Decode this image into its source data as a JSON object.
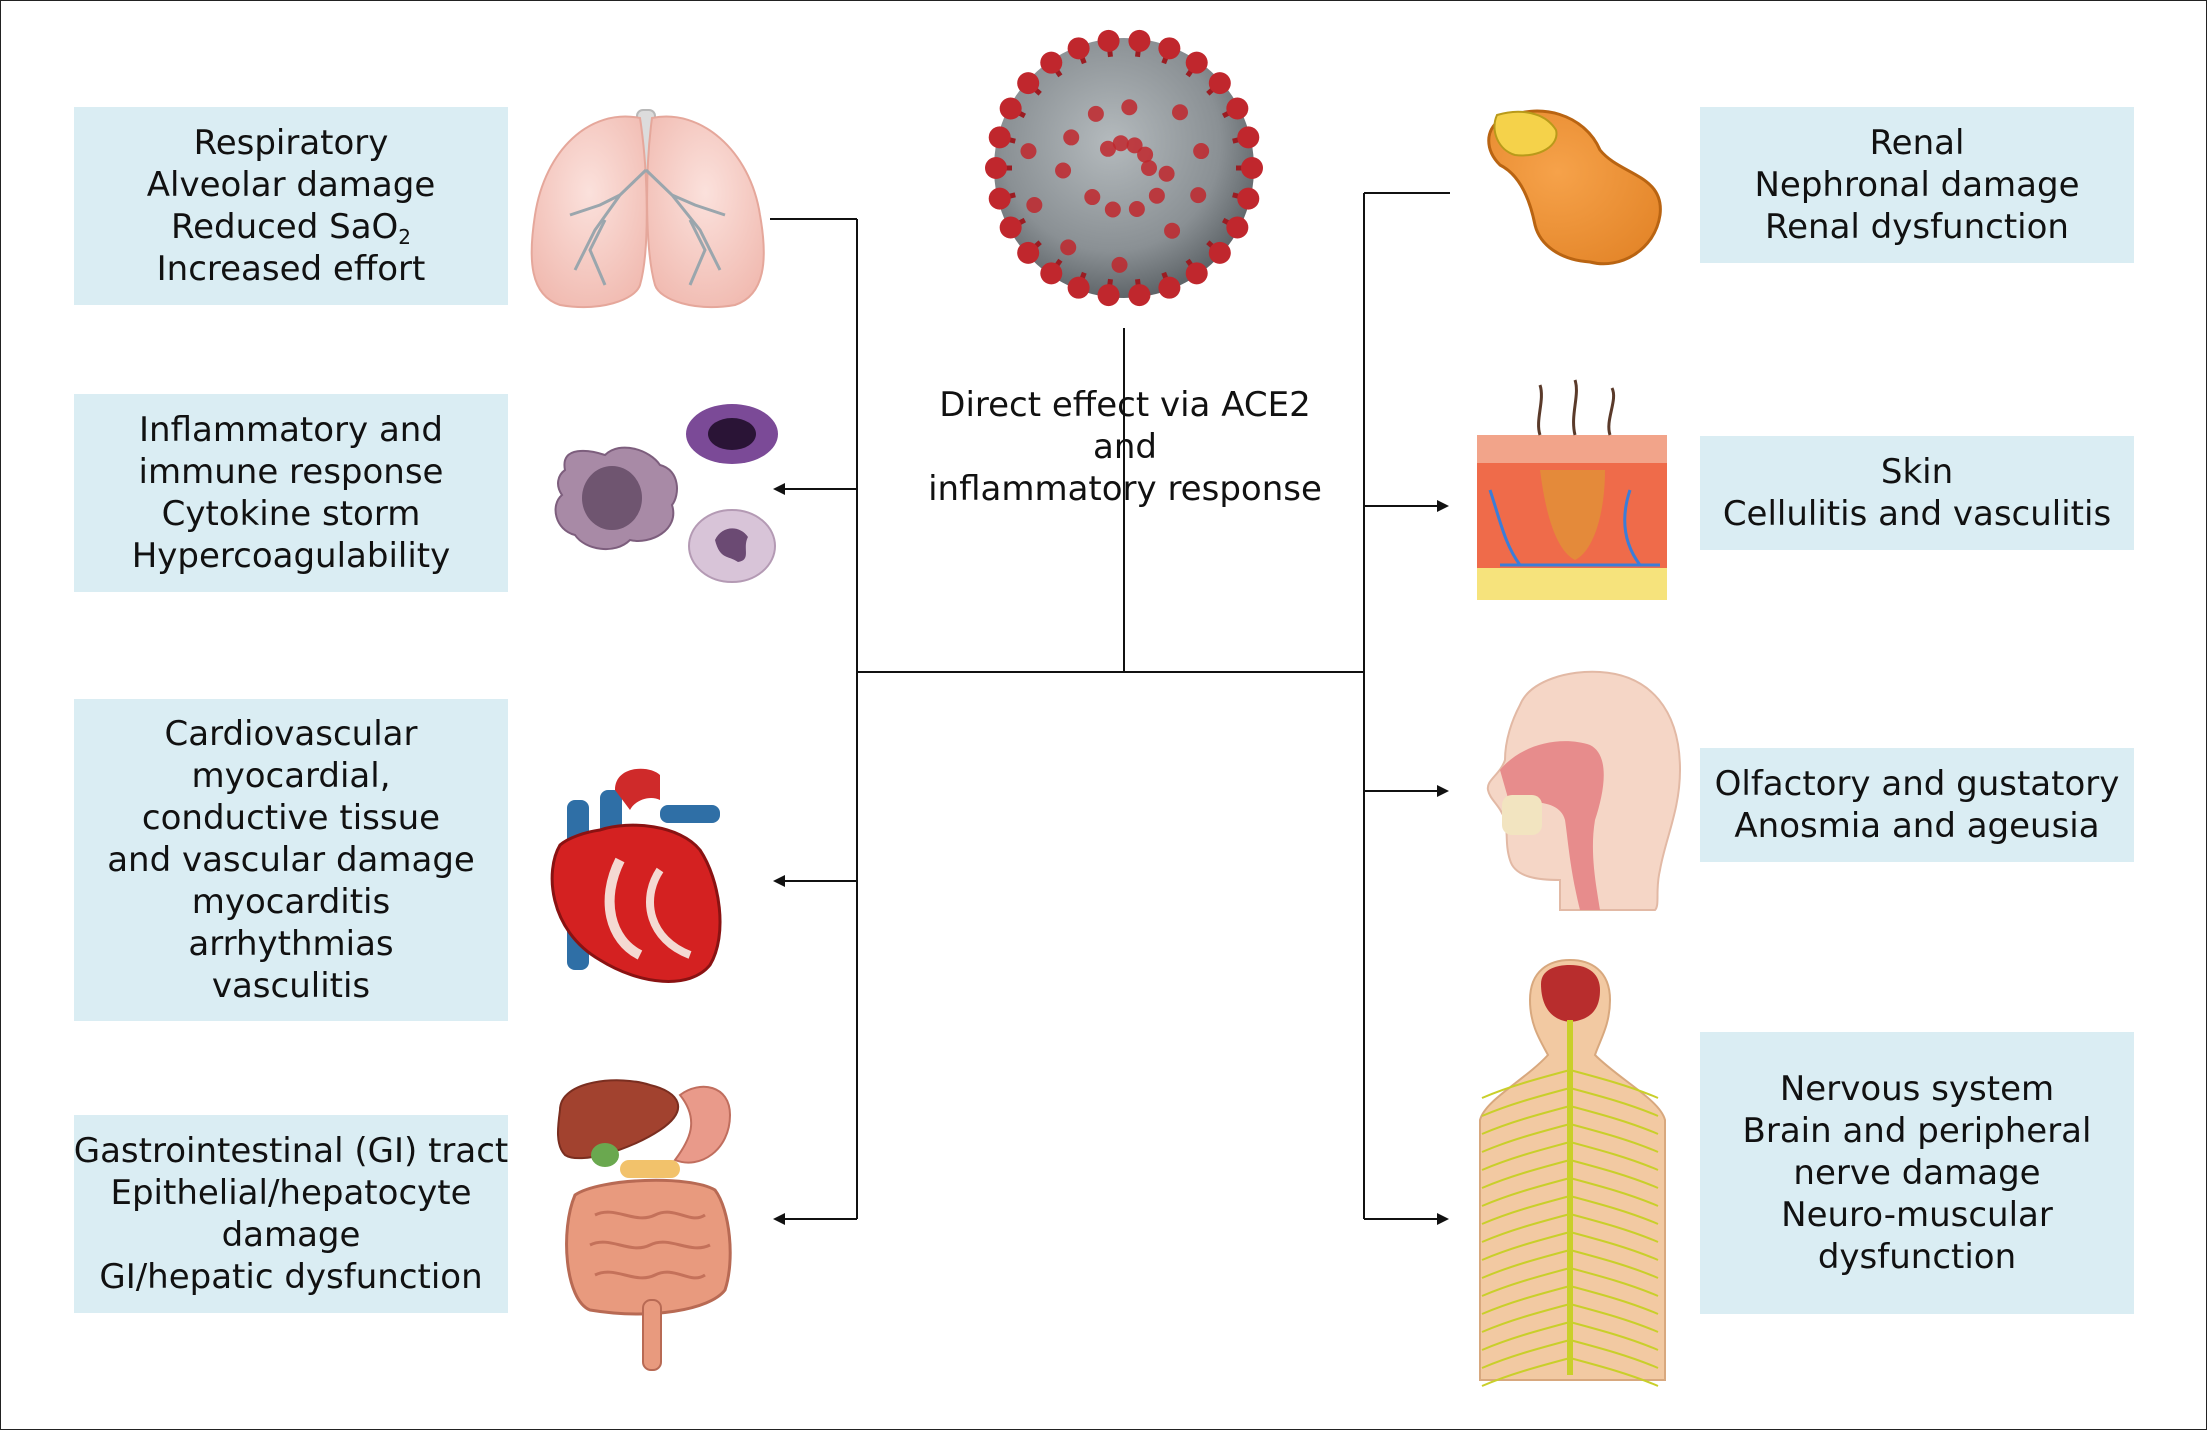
{
  "center": {
    "lines": [
      "Direct effect via ACE2",
      "and",
      "inflammatory response"
    ]
  },
  "left": {
    "respiratory": {
      "lines": [
        "Respiratory",
        "Alveolar damage",
        "Reduced SaO",
        "Increased effort"
      ],
      "sub": "2"
    },
    "immune": {
      "lines": [
        "Inflammatory and",
        "immune response",
        "Cytokine storm",
        "Hypercoagulability"
      ]
    },
    "cardio": {
      "lines": [
        "Cardiovascular",
        "myocardial,",
        "conductive tissue",
        "and vascular damage",
        "myocarditis",
        "arrhythmias",
        "vasculitis"
      ]
    },
    "gi": {
      "lines": [
        "Gastrointestinal (GI) tract",
        "Epithelial/hepatocyte",
        "damage",
        "GI/hepatic dysfunction"
      ]
    }
  },
  "right": {
    "renal": {
      "lines": [
        "Renal",
        "Nephronal damage",
        "Renal dysfunction"
      ]
    },
    "skin": {
      "lines": [
        "Skin",
        "Cellulitis and vasculitis"
      ]
    },
    "olfactory": {
      "lines": [
        "Olfactory and gustatory",
        "Anosmia and ageusia"
      ]
    },
    "nervous": {
      "lines": [
        "Nervous system",
        "Brain and peripheral",
        "nerve damage",
        "Neuro-muscular",
        "dysfunction"
      ]
    }
  },
  "icons": {
    "virus": "coronavirus-icon",
    "lungs": "lungs-icon",
    "cells": "immune-cells-icon",
    "heart": "heart-icon",
    "gi": "digestive-system-icon",
    "kidney": "kidney-icon",
    "skin": "skin-cross-section-icon",
    "head": "head-cross-section-icon",
    "nerves": "nervous-system-icon"
  },
  "colors": {
    "box_fill": "#daedf3",
    "connector": "#111111",
    "virus_body": "#8a9094",
    "spike": "#c0272d"
  }
}
